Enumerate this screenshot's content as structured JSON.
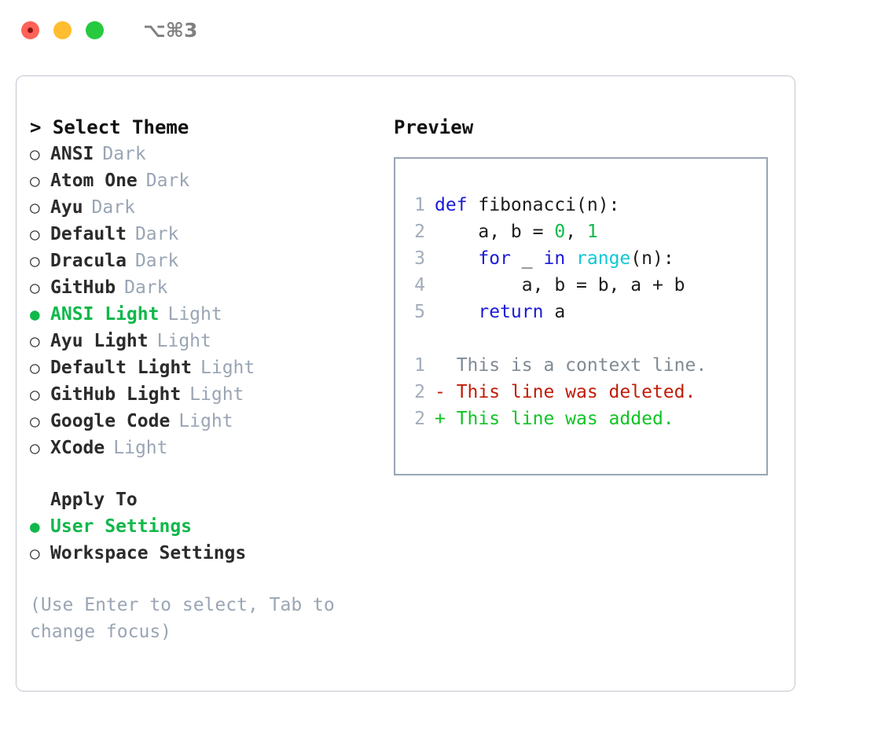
{
  "titlebar": {
    "lights": [
      "close-red",
      "minimize-yellow",
      "zoom-green"
    ],
    "shortcut": "⌥⌘3"
  },
  "left": {
    "section_title": "> Select Theme",
    "themes": [
      {
        "marker": "○",
        "name": "ANSI",
        "variant": "Dark",
        "selected": false
      },
      {
        "marker": "○",
        "name": "Atom One",
        "variant": "Dark",
        "selected": false
      },
      {
        "marker": "○",
        "name": "Ayu",
        "variant": "Dark",
        "selected": false
      },
      {
        "marker": "○",
        "name": "Default",
        "variant": "Dark",
        "selected": false
      },
      {
        "marker": "○",
        "name": "Dracula",
        "variant": "Dark",
        "selected": false
      },
      {
        "marker": "○",
        "name": "GitHub",
        "variant": "Dark",
        "selected": false
      },
      {
        "marker": "●",
        "name": "ANSI Light",
        "variant": "Light",
        "selected": true
      },
      {
        "marker": "○",
        "name": "Ayu Light",
        "variant": "Light",
        "selected": false
      },
      {
        "marker": "○",
        "name": "Default Light",
        "variant": "Light",
        "selected": false
      },
      {
        "marker": "○",
        "name": "GitHub Light",
        "variant": "Light",
        "selected": false
      },
      {
        "marker": "○",
        "name": "Google Code",
        "variant": "Light",
        "selected": false
      },
      {
        "marker": "○",
        "name": "XCode",
        "variant": "Light",
        "selected": false
      }
    ],
    "apply_to_title": "Apply To",
    "apply_to": [
      {
        "marker": "●",
        "name": "User Settings",
        "selected": true
      },
      {
        "marker": "○",
        "name": "Workspace Settings",
        "selected": false
      }
    ],
    "hint": "(Use Enter to select, Tab to change focus)"
  },
  "right": {
    "preview_title": "Preview",
    "code_lines": [
      {
        "no": "1",
        "tokens": [
          {
            "t": "def",
            "c": "kw"
          },
          {
            "t": " fibonacci(n):",
            "c": "plain"
          }
        ]
      },
      {
        "no": "2",
        "tokens": [
          {
            "t": "    a, b = ",
            "c": "plain"
          },
          {
            "t": "0",
            "c": "num"
          },
          {
            "t": ", ",
            "c": "plain"
          },
          {
            "t": "1",
            "c": "num"
          }
        ]
      },
      {
        "no": "3",
        "tokens": [
          {
            "t": "    ",
            "c": "plain"
          },
          {
            "t": "for",
            "c": "kw"
          },
          {
            "t": " _ ",
            "c": "plain"
          },
          {
            "t": "in",
            "c": "kw"
          },
          {
            "t": " ",
            "c": "plain"
          },
          {
            "t": "range",
            "c": "fn"
          },
          {
            "t": "(n):",
            "c": "plain"
          }
        ]
      },
      {
        "no": "4",
        "tokens": [
          {
            "t": "        a, b = b, a + b",
            "c": "plain"
          }
        ]
      },
      {
        "no": "5",
        "tokens": [
          {
            "t": "    ",
            "c": "plain"
          },
          {
            "t": "return",
            "c": "kw"
          },
          {
            "t": " a",
            "c": "plain"
          }
        ]
      }
    ],
    "diff_lines": [
      {
        "no": "1",
        "text": "  This is a context line.",
        "kind": "diff-ctx"
      },
      {
        "no": "2",
        "text": "- This line was deleted.",
        "kind": "diff-del"
      },
      {
        "no": "2",
        "text": "+ This line was added.",
        "kind": "diff-add"
      }
    ]
  },
  "colors": {
    "accent_green": "#10b84a",
    "keyword_blue": "#1a1ad8",
    "function_cyan": "#10c7d4",
    "number_green": "#10b84a",
    "diff_delete_red": "#c11c06",
    "diff_add_green": "#10c424",
    "muted_gray": "#9aa5b4",
    "border_gray": "#c3c8d0",
    "panel_border": "#9aa5b4"
  }
}
